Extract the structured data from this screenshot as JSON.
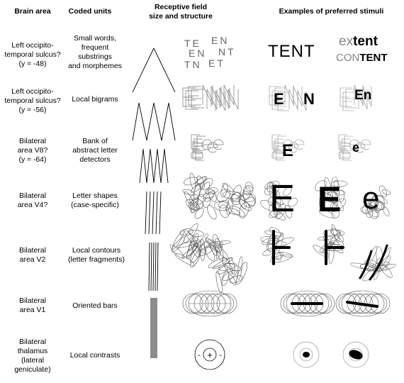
{
  "headers": {
    "brain_area": "Brain area",
    "coded_units": "Coded units",
    "receptive_field": [
      "Receptive field",
      "size and structure"
    ],
    "examples": "Examples of preferred stimuli"
  },
  "rows": [
    {
      "area": [
        "Left occipito-",
        "temporal sulcus?",
        "(y ≈ -48)"
      ],
      "units": [
        "Small words,",
        "frequent",
        "substrings",
        "and morphemes"
      ]
    },
    {
      "area": [
        "Left occipito-",
        "temporal sulcus?",
        "(y ≈ -56)"
      ],
      "units": [
        "Local bigrams"
      ]
    },
    {
      "area": [
        "Bilateral",
        "area V8?",
        "(y ≈ -64)"
      ],
      "units": [
        "Bank of",
        "abstract letter",
        "detectors"
      ]
    },
    {
      "area": [
        "Bilateral",
        "area V4?"
      ],
      "units": [
        "Letter shapes",
        "(case-specific)"
      ]
    },
    {
      "area": [
        "Bilateral",
        "area V2"
      ],
      "units": [
        "Local contours",
        "(letter fragments)"
      ]
    },
    {
      "area": [
        "Bilateral",
        "area V1"
      ],
      "units": [
        "Oriented bars"
      ]
    },
    {
      "area": [
        "Bilateral",
        "thalamus",
        "(lateral",
        "geniculate)"
      ],
      "units": [
        "Local contrasts"
      ]
    }
  ],
  "stimuli": {
    "rf_words": [
      "TE",
      "EN",
      "EN",
      "NT",
      "TN",
      "ET"
    ],
    "tent": "TENT",
    "extent": {
      "light": "ex",
      "bold": "tent"
    },
    "content": {
      "light": "CON",
      "bold": "TENT"
    },
    "bigram_E": "E",
    "bigram_N": "N",
    "bigram_En": "En",
    "letter_E": "E",
    "letter_e": "e",
    "center_plus": "+",
    "surround_minus": "-"
  }
}
